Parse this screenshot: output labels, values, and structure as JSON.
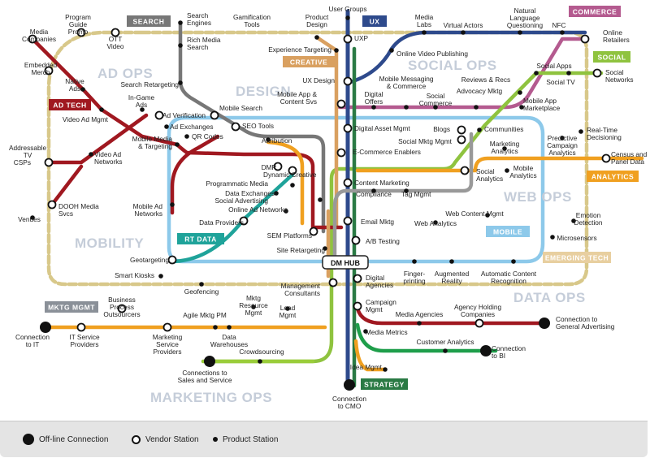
{
  "zones": {
    "ad_ops": "AD OPS",
    "design": "DESIGN",
    "social_ops": "SOCIAL OPS",
    "mobility": "MOBILITY",
    "web_ops": "WEB OPS",
    "data_ops": "DATA OPS",
    "marketing_ops": "MARKETING OPS"
  },
  "line_tags": {
    "search": "SEARCH",
    "ux": "UX",
    "commerce": "COMMERCE",
    "creative": "CREATIVE",
    "social": "SOCIAL",
    "ad_tech": "AD TECH",
    "analytics": "ANALYTICS",
    "rt_data": "RT DATA",
    "mobile": "MOBILE",
    "emerging_tech": "EMERGING TECH",
    "mktg_mgmt": "MKTG MGMT",
    "strategy": "STRATEGY"
  },
  "hub": "DM HUB",
  "stations": {
    "media_companies": "Media|Companies",
    "program_guide_promo": "Program|Guide|Promo",
    "ott_video": "OTT|Video",
    "search_engines": "Search|Engines",
    "rich_media_search": "Rich Media|Search",
    "gamification_tools": "Gamification|Tools",
    "product_design": "Product|Design",
    "user_groups": "User Groups",
    "uxp": "UXP",
    "media_labs": "Media|Labs",
    "virtual_actors": "Virtual Actors",
    "nlq": "Natural|Language|Questioning",
    "nfc": "NFC",
    "online_retailers": "Online|Retailers",
    "embedded_merch": "Embedded|Merch",
    "experience_targeting": "Experience Targeting",
    "online_video_publishing": "Online Video Publishing",
    "native_ads": "Native|Ads",
    "search_retargeting": "Search Retargeting",
    "ux_design": "UX Design",
    "mobile_messaging": "Mobile Messaging|& Commerce",
    "reviews_recs": "Reviews & Recs",
    "social_apps": "Social Apps",
    "social_tv": "Social TV",
    "social_networks": "Social|Networks",
    "in_game_ads": "In-Game|Ads",
    "ad_verification": "Ad Verification",
    "mobile_app_content": "Mobile App &|Content Svs",
    "digital_offers": "Digital|Offers",
    "social_commerce": "Social|Commerce",
    "advocacy_mktg": "Advocacy Mktg",
    "mobile_app_marketplace": "Mobile App|Marketplace",
    "video_ad_mgmt": "Video Ad Mgmt",
    "ad_exchanges": "Ad Exchanges",
    "mobile_search": "Mobile Search",
    "qr_codes": "QR Codes",
    "seo_tools": "SEO Tools",
    "digital_asset_mgmt": "Digital Asset Mgmt",
    "blogs": "Blogs",
    "communities": "Communities",
    "real_time_decisioning": "Real-Time|Decisioning",
    "mobile_media_targeting": "Mobile Media|& Targeting",
    "social_mktg_mgmt": "Social Mktg Mgmt",
    "marketing_analytics": "Marketing|Analytics",
    "predictive_campaign_analytics": "Predictive|Campaign|Analytics",
    "addressable_tv": "Addressable|TV",
    "video_ad_networks": "Video Ad|Networks",
    "attribution": "Attribution",
    "e_commerce_enablers": "E-Commerce Enablers",
    "census_panel_data": "Census and|Panel Data",
    "csps": "CSPs",
    "dmp": "DMP",
    "dynamic_creative": "Dynamic Creative",
    "social_analytics": "Social|Analytics",
    "mobile_analytics": "Mobile|Analytics",
    "programmatic_media": "Programmatic Media",
    "content_marketing": "Content Marketing",
    "data_exchanges": "Data Exchanges",
    "compliance": "Compliance",
    "tag_mgmt": "Tag Mgmt",
    "social_advertising": "Social Advertising",
    "dooh_media_svcs": "DOOH Media|Svcs",
    "mobile_ad_networks": "Mobile Ad|Networks",
    "online_ad_networks": "Online Ad Networks",
    "web_content_mgmt": "Web Content Mgmt",
    "venues": "Venues",
    "data_providers": "Data Providers",
    "email_mktg": "Email Mktg",
    "web_analytics": "Web Analytics",
    "emotion_detection": "Emotion|Detection",
    "sem_platforms": "SEM Platforms",
    "microsensors": "Microsensors",
    "ab_testing": "A/B Testing",
    "site_retargeting": "Site Retargeting",
    "geotargeting": "Geotargeting",
    "smart_kiosks": "Smart Kiosks",
    "fingerprinting": "Finger-|printing",
    "augmented_reality": "Augmented|Reality",
    "automatic_content_recognition": "Automatic Content|Recognition",
    "geofencing": "Geofencing",
    "management_consultants": "Management|Consultants",
    "digital_agencies": "Digital|Agencies",
    "business_process_outsourcers": "Business|Process|Outsourcers",
    "mktg_resource_mgmt": "Mktg|Resource|Mgmt",
    "lead_mgmt": "Lead|Mgmt",
    "campaign_mgmt": "Campaign|Mgmt",
    "agile_mktg_pm": "Agile Mktg PM",
    "media_agencies": "Media Agencies",
    "agency_holding_companies": "Agency Holding|Companies",
    "connection_to_it": "Connection|to IT",
    "it_service_providers": "IT Service|Providers",
    "marketing_service_providers": "Marketing|Service|Providers",
    "data_warehouses": "Data|Warehouses",
    "media_metrics": "Media Metrics",
    "connection_to_general_advertising": "Connection to|General Advertising",
    "customer_analytics": "Customer Analytics",
    "crowdsourcing": "Crowdsourcing",
    "connection_to_bi": "Connection|to BI",
    "connections_to_sales_service": "Connections to|Sales and Service",
    "idea_mgmt": "Idea Mgmt",
    "connection_to_cmo": "Connection|to CMO"
  },
  "legend": {
    "offline_connection": "Off-line Connection",
    "vendor_station": "Vendor Station",
    "product_station": "Product Station"
  },
  "colors": {
    "mobility_ring": "#d8c88a",
    "search": "#777777",
    "ux": "#2e4a8c",
    "commerce": "#b45a8f",
    "creative": "#d9a060",
    "social": "#8fc33f",
    "ad_tech": "#a01820",
    "analytics": "#f0a020",
    "rt_data": "#1fa39a",
    "mobile": "#8dc9ea",
    "emerging_tech": "#e8cfa0",
    "mktg_mgmt": "#8a9098",
    "strategy": "#2a7a44",
    "customer_analytics": "#1e9e4a",
    "crowdsourcing": "#9acd3a",
    "hub_bg": "#ffffff"
  }
}
